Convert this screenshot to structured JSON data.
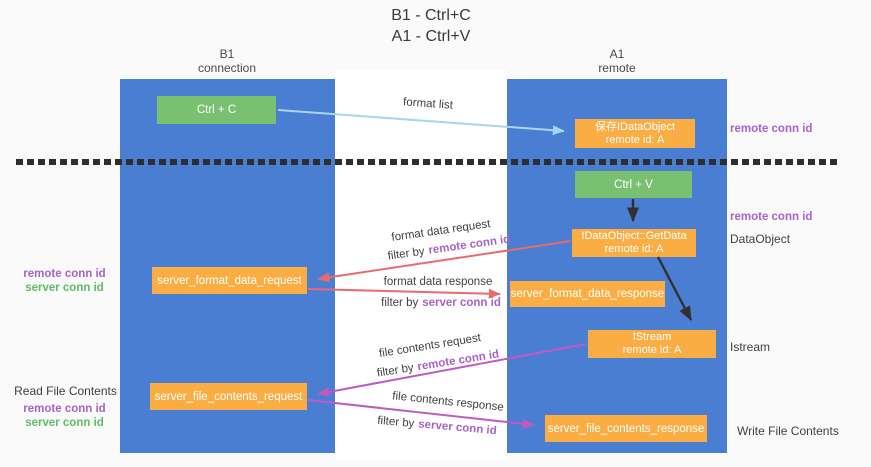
{
  "title": {
    "line1": "B1 - Ctrl+C",
    "line2": "A1 - Ctrl+V"
  },
  "columns": {
    "left": {
      "name": "B1",
      "role": "connection"
    },
    "right": {
      "name": "A1",
      "role": "remote"
    }
  },
  "boxes": {
    "ctrl_c": "Ctrl + C",
    "ctrl_v": "Ctrl + V",
    "save_dataobject": {
      "line1": "保存IDataObject",
      "line2": "remote id: A"
    },
    "getdata": {
      "line1": "IDataObject::GetData",
      "line2": "remote id: A"
    },
    "istream": {
      "line1": "IStream",
      "line2": "remote id: A"
    },
    "server_format_data_request": "server_format_data_request",
    "server_format_data_response": "server_format_data_response",
    "server_file_contents_request": "server_file_contents_request",
    "server_file_contents_response": "server_file_contents_response"
  },
  "arrow_labels": {
    "format_list": "format list",
    "format_data_request": "format data request",
    "format_data_response": "format data response",
    "file_contents_request": "file contents request",
    "file_contents_response": "file contents response",
    "filter_prefix": "filter by",
    "remote_conn_id": "remote conn id",
    "server_conn_id": "server conn id"
  },
  "side_labels": {
    "right_remote_conn_id_top": "remote conn id",
    "right_remote_conn_id_mid": "remote conn id",
    "dataobject": "DataObject",
    "istream": "Istream",
    "write_file_contents": "Write File Contents",
    "read_file_contents": "Read File Contents",
    "left_remote_conn_id_1": "remote conn id",
    "left_server_conn_id_1": "server conn id",
    "left_remote_conn_id_2": "remote conn id",
    "left_server_conn_id_2": "server conn id"
  },
  "colors": {
    "column_blue": "#4a7ed3",
    "box_green": "#79c170",
    "box_orange": "#f9ad42",
    "arrow_lightblue": "#a9d4f0",
    "arrow_red": "#e96a6c",
    "arrow_magenta": "#c05ac2",
    "arrow_black": "#303030",
    "text_purple": "#a862c8",
    "text_green": "#5fbc68"
  }
}
